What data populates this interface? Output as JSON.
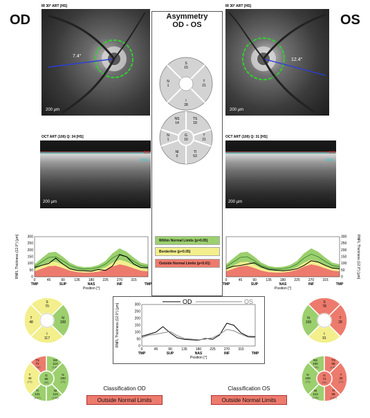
{
  "labels": {
    "od": "OD",
    "os": "OS",
    "ir_od": "IR 30° ART [HS]",
    "ir_os": "IR 30° ART [HS]",
    "oct_od": "OCT ART (100) Q: 34 [HS]",
    "oct_os": "OCT ART (100) Q: 31 [HS]",
    "scale": "200 µm",
    "ilm": "ILM",
    "rnfl": "RNFL",
    "circle_od": "7.4°",
    "circle_os": "12.4°"
  },
  "asymmetry": {
    "title_line1": "Asymmetry",
    "title_line2": "OD - OS",
    "quad": {
      "S": "15",
      "T": "21",
      "I": "28",
      "N": "1"
    },
    "sect": {
      "NS": "14",
      "TS": "18",
      "G": "16",
      "T": "21",
      "NI": "0",
      "TI": "53"
    }
  },
  "legend": {
    "within": "Within Normal Limits (p>0.05)",
    "borderline": "Borderline (p<0.05)",
    "outside": "Outside Normal Limits (p<0.01)"
  },
  "colors": {
    "green": "#9ccf6e",
    "yellow": "#f3ef8c",
    "red": "#ed7b6d",
    "od_line": "#000000",
    "os_line": "#888888"
  },
  "chart_common": {
    "ylabel": "RNFL Thickness (12.0°) [µm]",
    "xlabel": "Position [°]",
    "xticks": [
      "0",
      "45",
      "90",
      "135",
      "180",
      "225",
      "270",
      "315"
    ],
    "sectors": [
      "TMP",
      "SUP",
      "NAS",
      "INF",
      "TMP"
    ],
    "yticks": [
      "0",
      "50",
      "100",
      "150",
      "200",
      "250",
      "300"
    ]
  },
  "chart_data": [
    {
      "type": "line",
      "name": "od-rnfl-profile",
      "x": [
        0,
        22,
        45,
        67,
        90,
        112,
        135,
        157,
        180,
        202,
        225,
        247,
        270,
        292,
        315,
        337,
        360
      ],
      "series": [
        {
          "name": "",
          "values": [
            70,
            85,
            100,
            140,
            95,
            60,
            48,
            45,
            42,
            55,
            48,
            80,
            165,
            150,
            95,
            70,
            68
          ]
        }
      ],
      "normal_median": [
        75,
        110,
        145,
        150,
        120,
        85,
        65,
        58,
        60,
        70,
        95,
        140,
        170,
        150,
        115,
        85,
        75
      ],
      "xlim": [
        0,
        360
      ],
      "ylim": [
        0,
        300
      ]
    },
    {
      "type": "line",
      "name": "os-rnfl-profile",
      "x": [
        0,
        22,
        45,
        67,
        90,
        112,
        135,
        157,
        180,
        202,
        225,
        247,
        270,
        292,
        315,
        337,
        360
      ],
      "series": [
        {
          "name": "",
          "values": [
            60,
            78,
            85,
            95,
            105,
            75,
            55,
            50,
            45,
            50,
            60,
            85,
            120,
            110,
            85,
            65,
            60
          ]
        }
      ],
      "normal_median": [
        75,
        110,
        145,
        150,
        120,
        85,
        65,
        58,
        60,
        70,
        95,
        140,
        170,
        150,
        115,
        85,
        75
      ],
      "xlim": [
        0,
        360
      ],
      "ylim": [
        0,
        300
      ]
    },
    {
      "type": "line",
      "name": "od-os-comparison",
      "x": [
        0,
        22,
        45,
        67,
        90,
        112,
        135,
        157,
        180,
        202,
        225,
        247,
        270,
        292,
        315,
        337,
        360
      ],
      "series": [
        {
          "name": "OD",
          "values": [
            70,
            85,
            100,
            140,
            95,
            60,
            48,
            45,
            42,
            55,
            48,
            80,
            165,
            150,
            95,
            70,
            68
          ]
        },
        {
          "name": "OS",
          "values": [
            60,
            78,
            85,
            95,
            105,
            75,
            55,
            50,
            45,
            50,
            60,
            85,
            120,
            110,
            85,
            65,
            60
          ]
        }
      ],
      "xlim": [
        0,
        360
      ],
      "ylim": [
        0,
        300
      ]
    }
  ],
  "od_quad": {
    "S": {
      "value": "70",
      "status": "yellow"
    },
    "N": {
      "value": "100",
      "status": "green"
    },
    "I": {
      "value": "117",
      "status": "yellow"
    },
    "T": {
      "value": "48",
      "status": "yellow"
    }
  },
  "os_quad": {
    "S": {
      "value": "78",
      "status": "red"
    },
    "N": {
      "value": "100",
      "status": "green"
    },
    "I": {
      "value": "91",
      "status": "yellow"
    },
    "T": {
      "value": "28",
      "status": "red"
    }
  },
  "od_sect": {
    "NS": {
      "value": "114",
      "ref": "(106)",
      "status": "green"
    },
    "TS": {
      "value": "72",
      "ref": "(138)",
      "status": "red"
    },
    "T": {
      "value": "48",
      "ref": "(72)",
      "status": "yellow"
    },
    "G": {
      "value": "85",
      "ref": "(96)",
      "status": "green"
    },
    "N": {
      "value": "100",
      "ref": "(73)",
      "status": "green"
    },
    "TI": {
      "value": "121",
      "ref": "(147)",
      "status": "green"
    },
    "NI": {
      "value": "113",
      "ref": "(109)",
      "status": "green"
    }
  },
  "os_sect": {
    "NS": {
      "value": "100",
      "ref": "(106)",
      "status": "green"
    },
    "TS": {
      "value": "56",
      "ref": "(138)",
      "status": "red"
    },
    "T": {
      "value": "28",
      "ref": "(72)",
      "status": "red"
    },
    "G": {
      "value": "74",
      "ref": "(96)",
      "status": "red"
    },
    "N": {
      "value": "100",
      "ref": "(73)",
      "status": "green"
    },
    "TI": {
      "value": "68",
      "ref": "(147)",
      "status": "red"
    },
    "NI": {
      "value": "113",
      "ref": "(109)",
      "status": "green"
    }
  },
  "classification": {
    "od_title": "Classification OD",
    "os_title": "Classification OS",
    "od_value": "Outside Normal Limits",
    "os_value": "Outside Normal Limits"
  }
}
